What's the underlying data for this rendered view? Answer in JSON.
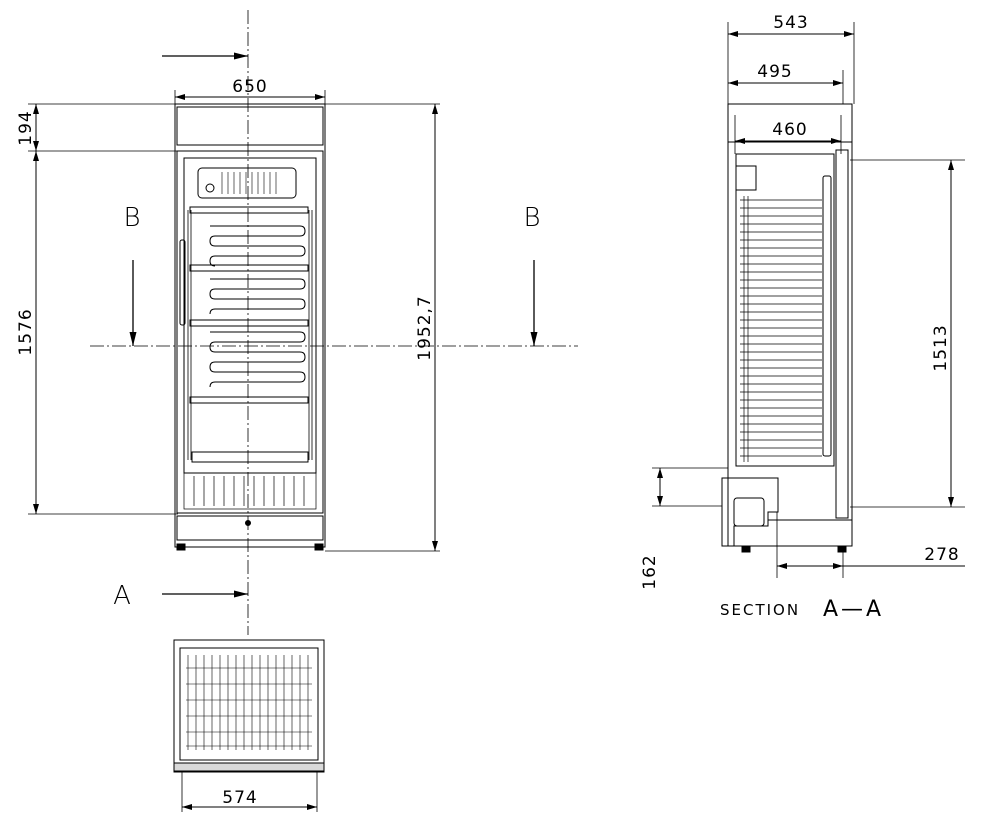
{
  "front_view": {
    "dims": {
      "width_top": "650",
      "header_height": "194",
      "height_inner": "1576",
      "height_total": "1952,7"
    },
    "section_letter_b": "B",
    "section_letter_a": "A"
  },
  "top_view": {
    "dims": {
      "width_depth": "574"
    }
  },
  "side_view": {
    "dims": {
      "depth_overall": "543",
      "depth_mid": "495",
      "depth_inner": "460",
      "height_inner": "1513",
      "base_height": "162",
      "base_depth": "278"
    },
    "section_label_prefix": "SECTION",
    "section_label_id": "A—A"
  },
  "colors": {
    "line": "#000000",
    "background": "#ffffff"
  }
}
